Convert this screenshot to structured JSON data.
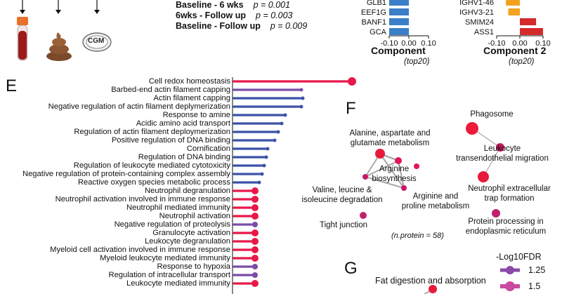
{
  "stats": [
    {
      "label": "Baseline - 6 wks",
      "p": "p = 0.001"
    },
    {
      "label": "6wks - Follow up",
      "p": "p = 0.003"
    },
    {
      "label": "Baseline - Follow up",
      "p": "p = 0.009"
    }
  ],
  "sample_icons": {
    "cgm_label": "CGM"
  },
  "panel_labels": {
    "e": "E",
    "f": "F",
    "g": "G"
  },
  "comp1": {
    "genes": [
      "GLB1",
      "EEF1G",
      "BANF1",
      "GCA"
    ],
    "values": [
      -0.1,
      -0.1,
      -0.1,
      -0.1
    ],
    "ticks": [
      "-0.10",
      "0.00",
      "0.10"
    ],
    "title": "Component",
    "subtitle": "(top20)",
    "bar_color": "#3a7fc8"
  },
  "comp2": {
    "genes": [
      "IGHV1-46",
      "IGHV3-21",
      "SMIM24",
      "ASS1"
    ],
    "values": [
      -0.06,
      -0.05,
      0.07,
      0.1
    ],
    "colors": [
      "#f3a21e",
      "#f3a21e",
      "#d42a2a",
      "#d42a2a"
    ],
    "ticks": [
      "-0.10",
      "0.00",
      "0.10"
    ],
    "title": "Component 2",
    "subtitle": "(top20)"
  },
  "go_terms": [
    {
      "name": "Cell redox homeostasis",
      "color": "#e8184a"
    },
    {
      "name": "Barbed-end actin filament capping",
      "color": "#7a4ca8"
    },
    {
      "name": "Actin filament capping",
      "color": "#3b52a6"
    },
    {
      "name": "Negative regulation of actin filament deplymerization",
      "color": "#3b52a6"
    },
    {
      "name": "Response to amine",
      "color": "#3b52a6"
    },
    {
      "name": "Acidic amino acid transport",
      "color": "#3b52a6"
    },
    {
      "name": "Regulation of actin filament deploymerization",
      "color": "#3b52a6"
    },
    {
      "name": "Positive regulation of DNA binding",
      "color": "#3b52a6"
    },
    {
      "name": "Cornification",
      "color": "#3b52a6"
    },
    {
      "name": "Regulation of DNA binding",
      "color": "#3b52a6"
    },
    {
      "name": "Regulation of leukocyte mediated cytotoxicity",
      "color": "#3b52a6"
    },
    {
      "name": "Negative regulation of protein-containing complex assembly",
      "color": "#3b52a6"
    },
    {
      "name": "Reactive oxygen species metabolic process",
      "color": "#3b52a6"
    },
    {
      "name": "Neutrophil degranulation",
      "color": "#e8184a"
    },
    {
      "name": "Neutrophil activation involved in immune response",
      "color": "#e8184a"
    },
    {
      "name": "Neutrophil mediated immunity",
      "color": "#e8184a"
    },
    {
      "name": "Neutrophil activation",
      "color": "#e8184a"
    },
    {
      "name": "Negative regulation of proteolysis",
      "color": "#7a4ca8"
    },
    {
      "name": "Granulocyte activation",
      "color": "#e8184a"
    },
    {
      "name": "Leukocyte degranulation",
      "color": "#e8184a"
    },
    {
      "name": "Myeloid cell activation involved in immune response",
      "color": "#e8184a"
    },
    {
      "name": "Myeloid leukocyte mediated immunity",
      "color": "#e8184a"
    },
    {
      "name": "Response to hypoxia",
      "color": "#7a4ca8"
    },
    {
      "name": "Regulation of intracellular transport",
      "color": "#7a4ca8"
    },
    {
      "name": "Leukocyte mediated immunity",
      "color": "#e8184a"
    }
  ],
  "go_values": [
    170,
    98,
    100,
    98,
    75,
    70,
    65,
    60,
    50,
    48,
    45,
    42,
    38,
    32,
    32,
    32,
    32,
    32,
    32,
    32,
    32,
    32,
    32,
    32,
    32
  ],
  "go_sizes": [
    6,
    2.5,
    2.5,
    2.5,
    2.5,
    2.5,
    2.5,
    2.5,
    2.5,
    2.5,
    2.5,
    2.5,
    2.5,
    5,
    5,
    5,
    5,
    4,
    5,
    5,
    5,
    5,
    4,
    4,
    5
  ],
  "network_f": {
    "nodes": [
      {
        "name": "Alanine, aspartate and\nglutamate metabolism",
        "color": "#e81a3c",
        "r": 7
      },
      {
        "name": "Arginine\nbiosynthesis",
        "color": "#e0155a",
        "r": 5
      },
      {
        "name": "Valine, leucine &\nisoleucine degradation",
        "color": "#c7176a",
        "r": 4
      },
      {
        "name": "Arginine and\nproline metabolism",
        "color": "#c7176a",
        "r": 4
      },
      {
        "name": "Tight junction",
        "color": "#c0206e",
        "r": 5
      },
      {
        "name": "Phagosome",
        "color": "#ee1a3a",
        "r": 9
      },
      {
        "name": "Leukocyte\ntransendothelial migration",
        "color": "#c21a5a",
        "r": 6
      },
      {
        "name": "Neutrophil extracellular\ntrap formation",
        "color": "#e81a3c",
        "r": 8
      },
      {
        "name": "Protein processing in\nendoplasmic reticulum",
        "color": "#c0206e",
        "r": 6
      }
    ],
    "annotation": "(n.protein  = 58)"
  },
  "legend": {
    "title": "-Log10FDR",
    "items": [
      {
        "label": "1.25",
        "color": "#8a4aaa"
      },
      {
        "label": "1.5",
        "color": "#c94aa0"
      }
    ]
  },
  "network_g": {
    "label": "Fat digestion and absorption",
    "color": "#e81a3c"
  }
}
